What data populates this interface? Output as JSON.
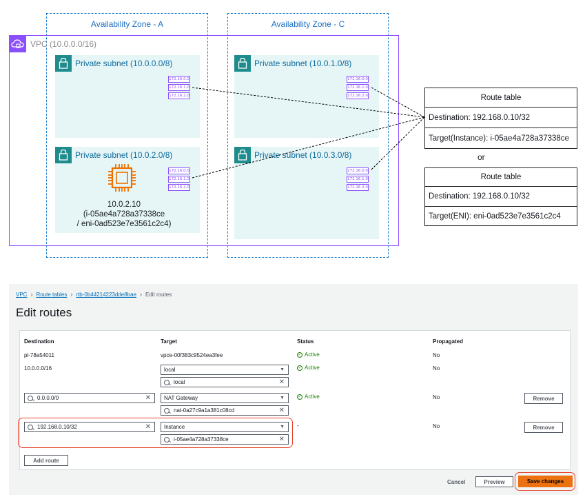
{
  "diagram": {
    "az_a_label": "Availability Zone - A",
    "az_c_label": "Availability Zone - C",
    "vpc_label": "VPC (10.0.0.0/16)",
    "subnets": [
      {
        "label": "Private subnet (10.0.0.0/8)"
      },
      {
        "label": "Private subnet (10.0.1.0/8)"
      },
      {
        "label": "Private subnet (10.0.2.0/8)"
      },
      {
        "label": "Private subnet (10.0.3.0/8)"
      }
    ],
    "route_chips": [
      "172.16.0.0",
      "172.16.1.0",
      "172.16.2.0"
    ],
    "instance": {
      "ip": "10.0.2.10",
      "id": "(i-05ae4a728a37338ce",
      "eni": "/ eni-0ad523e7e3561c2c4)"
    },
    "route_table_1": {
      "title": "Route table",
      "destination": "Destination: 192.168.0.10/32",
      "target": "Target(Instance): i-05ae4a728a37338ce"
    },
    "or_label": "or",
    "route_table_2": {
      "title": "Route table",
      "destination": "Destination: 192.168.0.10/32",
      "target": "Target(ENI): eni-0ad523e7e3561c2c4"
    },
    "colors": {
      "vpc": "#8c4fff",
      "az": "#1e7fd0",
      "subnet_fill": "#e6f6f6",
      "subnet_icon": "#1e8c8c",
      "instance": "#ed7100"
    }
  },
  "console": {
    "breadcrumb": [
      "VPC",
      "Route tables",
      "rtb-0b44214223dde8bae",
      "Edit routes"
    ],
    "title": "Edit routes",
    "columns": [
      "Destination",
      "Target",
      "Status",
      "Propagated"
    ],
    "rows": [
      {
        "destination": "pl-78a54011",
        "target": "vpce-00f383c9524ea3fee",
        "status": "Active",
        "propagated": "No"
      },
      {
        "destination": "10.0.0.0/16",
        "target_select": "local",
        "target_search": "local",
        "status": "Active",
        "propagated": "No"
      },
      {
        "destination_search": "0.0.0.0/0",
        "target_select": "NAT Gateway",
        "target_search": "nat-0a27c9a1a381c08cd",
        "status": "Active",
        "propagated": "No",
        "remove": "Remove"
      },
      {
        "destination_search": "192.168.0.10/32",
        "target_select": "Instance",
        "target_search": "i-05ae4a728a37338ce",
        "status": "-",
        "propagated": "No",
        "remove": "Remove"
      }
    ],
    "add_route": "Add route",
    "cancel": "Cancel",
    "preview": "Preview",
    "save": "Save changes",
    "colors": {
      "active": "#1d8102",
      "primary": "#ec7211",
      "highlight": "#e8432c",
      "link": "#0073bb"
    }
  }
}
